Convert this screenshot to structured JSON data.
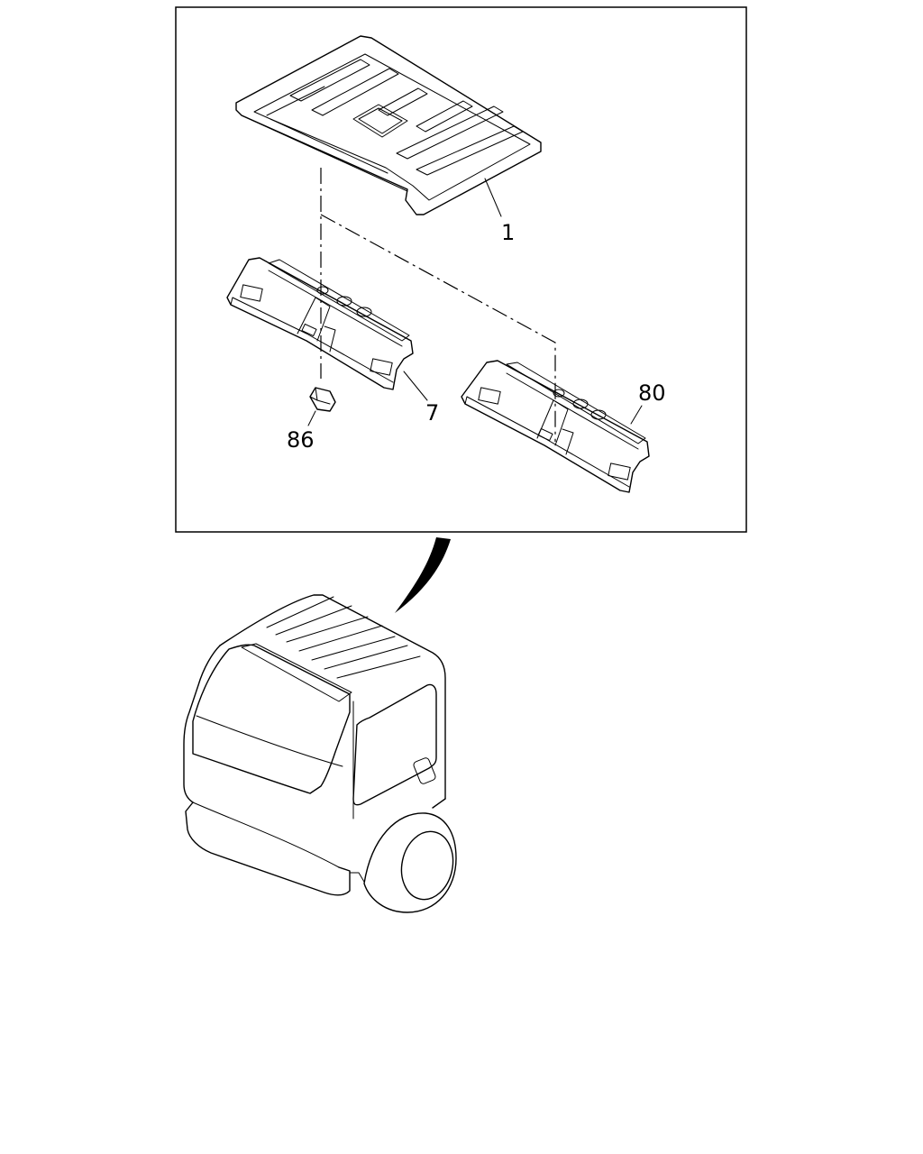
{
  "callouts": {
    "part_1": "1",
    "part_7": "7",
    "part_80": "80",
    "part_86": "86"
  },
  "colors": {
    "line": "#000000",
    "background": "#ffffff"
  }
}
